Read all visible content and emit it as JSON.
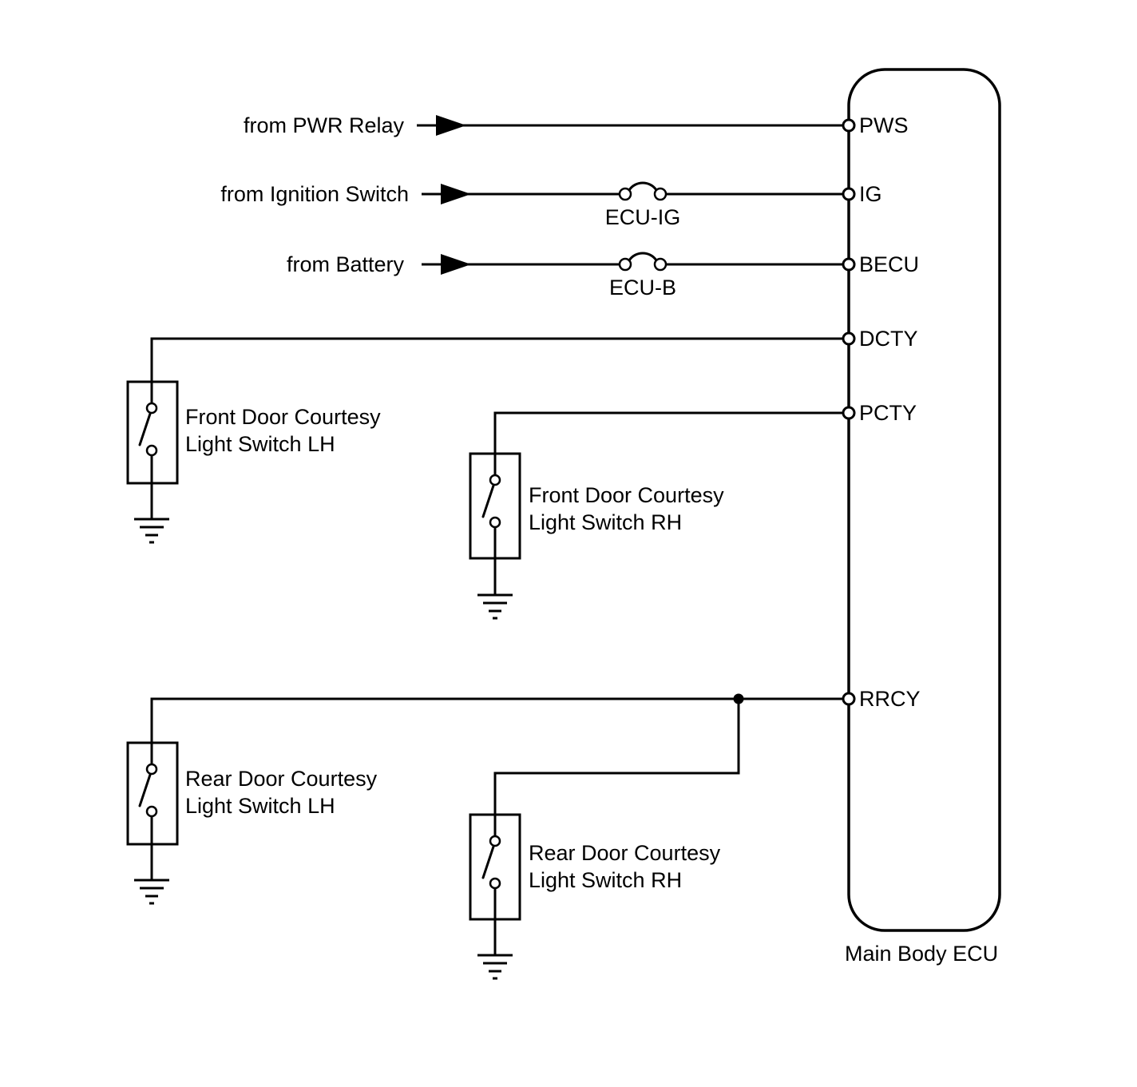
{
  "diagram": {
    "ecu_label": "Main Body ECU",
    "pins": [
      {
        "label": "PWS"
      },
      {
        "label": "IG"
      },
      {
        "label": "BECU"
      },
      {
        "label": "DCTY"
      },
      {
        "label": "PCTY"
      },
      {
        "label": "RRCY"
      }
    ],
    "sources": [
      {
        "label": "from PWR Relay"
      },
      {
        "label": "from Ignition Switch"
      },
      {
        "label": "from Battery"
      }
    ],
    "fuses": [
      {
        "label": "ECU-IG"
      },
      {
        "label": "ECU-B"
      }
    ],
    "switches": [
      {
        "line1": "Front Door Courtesy",
        "line2": "Light Switch LH"
      },
      {
        "line1": "Front Door Courtesy",
        "line2": "Light Switch RH"
      },
      {
        "line1": "Rear Door Courtesy",
        "line2": "Light Switch LH"
      },
      {
        "line1": "Rear Door Courtesy",
        "line2": "Light Switch RH"
      }
    ],
    "colors": {
      "line": "#000000",
      "background": "#ffffff",
      "text": "#000000"
    }
  }
}
